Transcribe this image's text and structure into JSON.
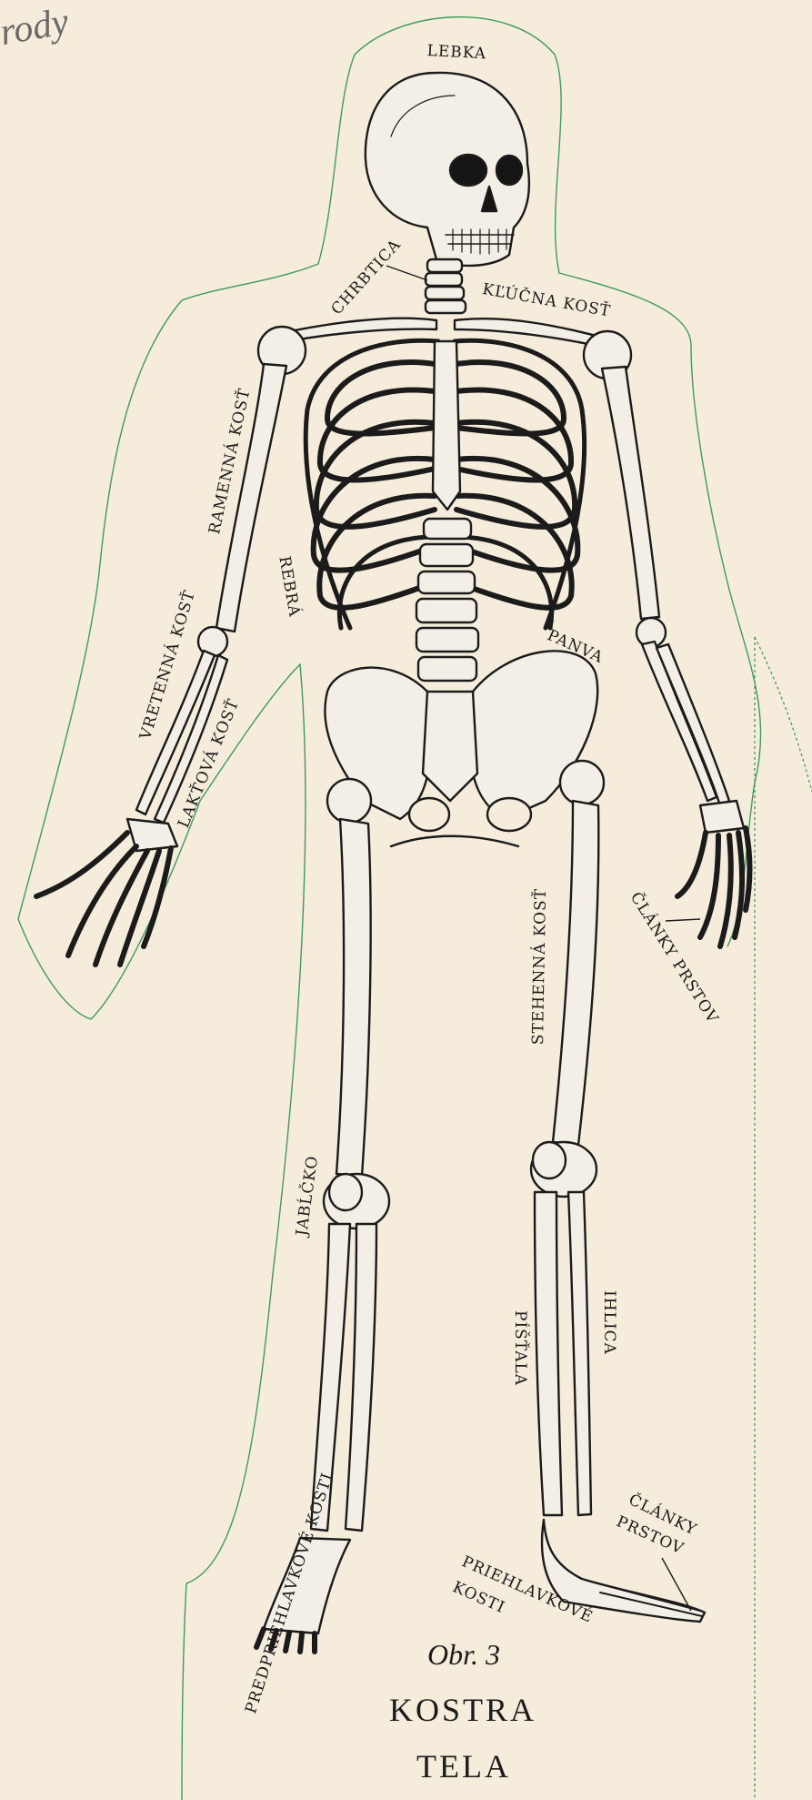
{
  "handwriting": "rody",
  "labels": {
    "lebka": "LEBKA",
    "chrbtica": "CHRBTICA",
    "klucna_kost": "KĽÚČNA KOSŤ",
    "ramenna_kost": "RAMENNÁ KOSŤ",
    "rebra": "REBRÁ",
    "vretenna_kost": "VRETENNÁ KOSŤ",
    "laktova_kost": "LAKŤOVÁ KOSŤ",
    "panva": "PANVA",
    "stehenna_kost": "STEHENNÁ KOSŤ",
    "clanky_prstov_hand": "ČLÁNKY PRSTOV",
    "jablcko": "JABĹČKO",
    "pistala": "PÍŠŤALA",
    "ihlica": "IHLICA",
    "clanky_prstov_foot_1": "ČLÁNKY",
    "clanky_prstov_foot_2": "PRSTOV",
    "priehlavkove_kosti_1": "PRIEHLAVKOVÉ",
    "priehlavkove_kosti_2": "KOSTI",
    "predpriehlavkove_kosti": "PREDPRIEHLAVKOVÉ KOSTI"
  },
  "caption": {
    "figure": "Obr. 3",
    "title_1": "KOSTRA",
    "title_2": "TELA"
  },
  "colors": {
    "paper": "#f6ecdc",
    "ink": "#1b1b1b",
    "bone": "#f3efe6",
    "cut_line": "#3f9b5a"
  }
}
